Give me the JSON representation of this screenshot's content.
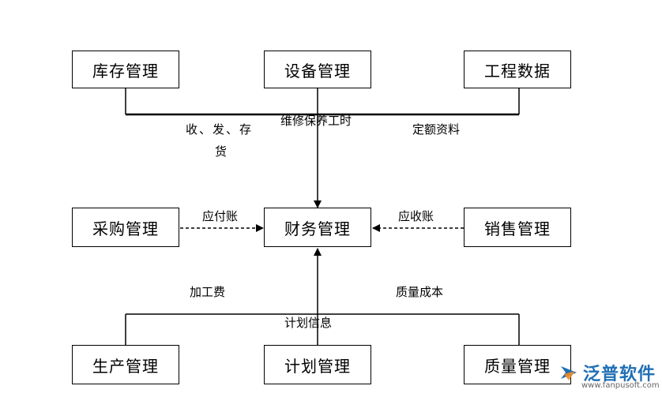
{
  "boxes": {
    "inventory": "库存管理",
    "equipment": "设备管理",
    "engineering": "工程数据",
    "purchasing": "采购管理",
    "finance": "财务管理",
    "sales": "销售管理",
    "production": "生产管理",
    "planning": "计划管理",
    "quality": "质量管理"
  },
  "labels": {
    "receive_ship_stock": "收、发、存",
    "goods": "货",
    "maintenance_hours": "维修保养工时",
    "quota_data": "定额资料",
    "payable": "应付账",
    "receivable": "应收账",
    "processing_fee": "加工费",
    "quality_cost": "质量成本",
    "plan_info": "计划信息"
  },
  "logo": {
    "name": "泛普软件",
    "url": "www.fanpusoft.com"
  },
  "colors": {
    "line": "#000000",
    "logo_blue": "#1f6fb5",
    "logo_orange": "#f08a24"
  }
}
